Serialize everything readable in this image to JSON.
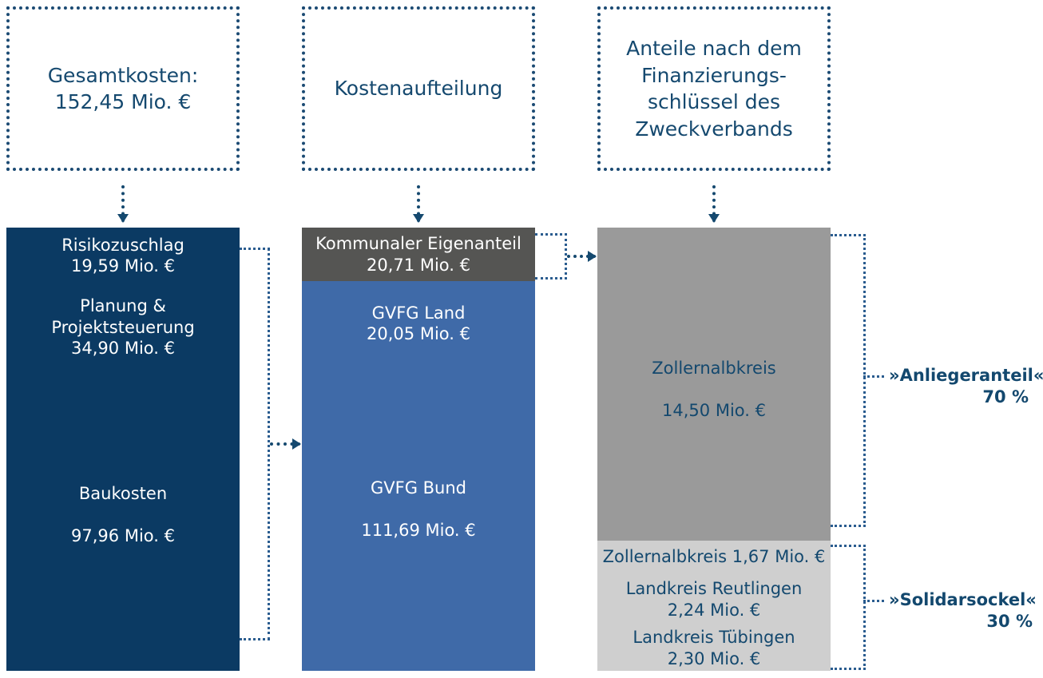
{
  "headers": [
    {
      "id": "gesamtkosten",
      "lines": [
        "Gesamtkosten:",
        "152,45 Mio. €"
      ]
    },
    {
      "id": "kostenaufteilung",
      "lines": [
        "Kostenaufteilung"
      ]
    },
    {
      "id": "finanzierungsschluessel",
      "lines": [
        "Anteile nach dem",
        "Finanzierungs-",
        "schlüssel des",
        "Zweckverbands"
      ]
    }
  ],
  "colors": {
    "navy": "#0b3a63",
    "blue": "#3f6aa8",
    "dark_gray": "#555553",
    "mid_gray": "#9a9a9a",
    "light_gray": "#cfcfcf",
    "accent_text": "#15496f",
    "white": "#ffffff"
  },
  "columns": [
    {
      "id": "gesamtkosten-bar",
      "segments": [
        {
          "id": "risikozuschlag",
          "label": "Risikozuschlag",
          "value": "19,59 Mio. €",
          "color": "#0b3a63",
          "text_color": "#ffffff"
        },
        {
          "id": "planung-projektsteuerung",
          "label": "Planung &\nProjektsteuerung",
          "value": "34,90 Mio. €",
          "color": "#0b3a63",
          "text_color": "#ffffff"
        },
        {
          "id": "baukosten",
          "label": "Baukosten",
          "value": "97,96 Mio. €",
          "color": "#0b3a63",
          "text_color": "#ffffff"
        }
      ]
    },
    {
      "id": "kostenaufteilung-bar",
      "segments": [
        {
          "id": "kommunaler-eigenanteil",
          "label": "Kommunaler Eigenanteil",
          "value": "20,71 Mio. €",
          "color": "#555553",
          "text_color": "#ffffff"
        },
        {
          "id": "gvfg-land",
          "label": "GVFG Land",
          "value": "20,05 Mio. €",
          "color": "#3f6aa8",
          "text_color": "#ffffff"
        },
        {
          "id": "gvfg-bund",
          "label": "GVFG Bund",
          "value": "111,69 Mio. €",
          "color": "#3f6aa8",
          "text_color": "#ffffff"
        }
      ]
    },
    {
      "id": "anteile-bar",
      "segments": [
        {
          "id": "zollernalbkreis-anlieger",
          "label": "Zollernalbkreis",
          "value": "14,50 Mio. €",
          "color": "#9a9a9a",
          "text_color": "#13486e"
        },
        {
          "id": "zollernalbkreis-solidar",
          "label": "Zollernalbkreis 1,67 Mio. €",
          "value": "",
          "color": "#cfcfcf",
          "text_color": "#13486e"
        },
        {
          "id": "landkreis-reutlingen",
          "label": "Landkreis Reutlingen",
          "value": "2,24 Mio. €",
          "color": "#cfcfcf",
          "text_color": "#13486e"
        },
        {
          "id": "landkreis-tuebingen",
          "label": "Landkreis Tübingen",
          "value": "2,30 Mio. €",
          "color": "#cfcfcf",
          "text_color": "#13486e"
        }
      ]
    }
  ],
  "side_labels": [
    {
      "id": "anliegeranteil",
      "name": "»Anliegeranteil«",
      "percent": "70 %"
    },
    {
      "id": "solidarsockel",
      "name": "»Solidarsockel«",
      "percent": "30 %"
    }
  ]
}
